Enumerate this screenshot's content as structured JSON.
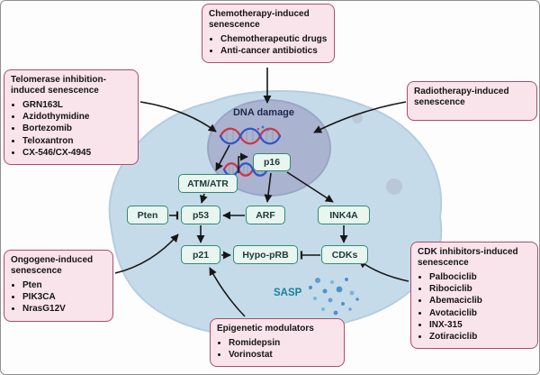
{
  "figure": {
    "dna_damage_label": "DNA damage",
    "sasp_label": "SASP"
  },
  "nodes": {
    "atm_atr": "ATM/ATR",
    "p16": "p16",
    "pten": "Pten",
    "p53": "p53",
    "arf": "ARF",
    "ink4a": "INK4A",
    "p21": "p21",
    "hypo_prb": "Hypo-pRB",
    "cdks": "CDKs"
  },
  "callouts": {
    "chemo": {
      "title": "Chemotherapy-induced senescence",
      "items": [
        "Chemotherapeutic drugs",
        "Anti-cancer antibiotics"
      ]
    },
    "telomerase": {
      "title": "Telomerase inhibition-induced senescence",
      "items": [
        "GRN163L",
        "Azidothymidine",
        "Bortezomib",
        "Teloxantron",
        "CX-546/CX-4945"
      ]
    },
    "radiotherapy": {
      "title": "Radiotherapy-induced senescence",
      "items": []
    },
    "oncogene": {
      "title": "Ongogene-induced senescence",
      "items": [
        "Pten",
        "PIK3CA",
        "NrasG12V"
      ]
    },
    "cdk_inhibitors": {
      "title": "CDK inhibitors-induced senescence",
      "items": [
        "Palbociclib",
        "Ribociclib",
        "Abemaciclib",
        "Avotaciclib",
        "INX-315",
        "Zotiraciclib"
      ]
    },
    "epigenetic": {
      "title": "Epigenetic modulators",
      "items": [
        "Romidepsin",
        "Vorinostat"
      ]
    }
  },
  "colors": {
    "callout_fill": "#f9e4ec",
    "callout_border": "#a94f68",
    "node_fill": "#e9f5ef",
    "node_border": "#2e8b74",
    "cell_fill": "#c6dbe9",
    "nucleus_fill": "#aab4d0",
    "sasp_text": "#1b7f96",
    "secretion_dots": "#4d92cb",
    "dna_strand_red": "#cf3545",
    "dna_strand_blue": "#3056c8",
    "arrow": "#161616"
  }
}
